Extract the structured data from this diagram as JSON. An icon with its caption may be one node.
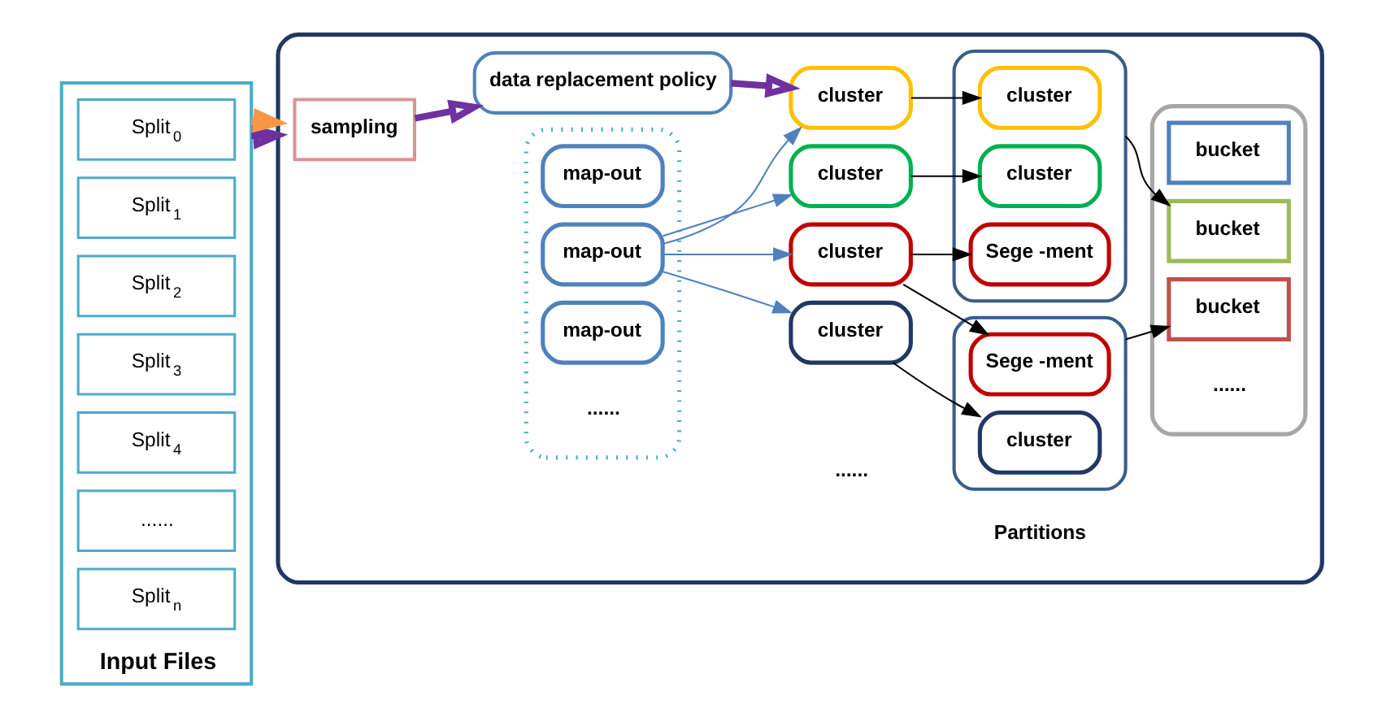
{
  "diagram": {
    "nodes": [
      {
        "text": [
          "Input Files"
        ]
      },
      {
        "text": [
          "Split$_{0}$"
        ],
        "in": 0
      },
      {
        "text": [
          "Split$_{1}$"
        ],
        "in": 0
      },
      {
        "text": [
          "Split$_{2}$"
        ],
        "in": 0
      },
      {
        "text": [
          "Split$_{3}$"
        ],
        "in": 0
      },
      {
        "text": [
          "Split$_{4}$"
        ],
        "in": 0
      },
      {
        "text": [
          "......"
        ],
        "in": 0
      },
      {
        "text": [
          "Split$_{n}$"
        ],
        "in": 0
      },
      {
        "text": [],
        "shape": "box"
      },
      {
        "text": [
          "sampling"
        ],
        "in": 8
      },
      {
        "text": [
          "data replacement policy"
        ],
        "in": 8
      },
      {
        "text": [],
        "shape": "box",
        "in": 8
      },
      {
        "text": [
          "map-out"
        ],
        "in": 11
      },
      {
        "text": [
          "map-out"
        ],
        "in": 11
      },
      {
        "text": [
          "map-out"
        ],
        "in": 11
      },
      {
        "text": [
          "cluster"
        ],
        "in": 8
      },
      {
        "text": [
          "cluster"
        ],
        "in": 8
      },
      {
        "text": [
          "cluster"
        ],
        "in": 8
      },
      {
        "text": [
          "cluster"
        ],
        "in": 8
      },
      {
        "text": [],
        "shape": "box",
        "in": 8
      },
      {
        "text": [
          "cluster"
        ],
        "in": 19
      },
      {
        "text": [
          "cluster"
        ],
        "in": 19
      },
      {
        "text": [
          "Sege -ment"
        ],
        "in": 19
      },
      {
        "text": [],
        "shape": "box",
        "in": 8
      },
      {
        "text": [
          "Sege -ment"
        ],
        "in": 23
      },
      {
        "text": [
          "cluster"
        ],
        "in": 23
      },
      {
        "text": [],
        "shape": "box",
        "in": 8
      },
      {
        "text": [
          "bucket"
        ],
        "in": 26
      },
      {
        "text": [
          "bucket"
        ],
        "in": 26
      },
      {
        "text": [
          "bucket"
        ],
        "in": 26
      }
    ],
    "edges": [
      {
        "from": 0,
        "to": 8,
        "arrow": "to",
        "style": "thick",
        "color": "#7030a0"
      },
      {
        "from": 0,
        "to": 8,
        "arrow": "to",
        "style": "thick",
        "color": "#f79646"
      },
      {
        "from": 9,
        "to": 10,
        "arrow": "to",
        "style": "thick",
        "color": "#7030a0"
      },
      {
        "from": 10,
        "to": 15,
        "arrow": "to",
        "style": "thick",
        "color": "#7030a0"
      },
      {
        "from": 13,
        "to": 15,
        "arrow": "to",
        "color": "#4f81bd"
      },
      {
        "from": 13,
        "to": 16,
        "arrow": "to",
        "color": "#4f81bd"
      },
      {
        "from": 13,
        "to": 17,
        "arrow": "to",
        "color": "#4f81bd"
      },
      {
        "from": 13,
        "to": 18,
        "arrow": "to",
        "color": "#4f81bd"
      },
      {
        "from": 15,
        "to": 20,
        "arrow": "to"
      },
      {
        "from": 16,
        "to": 21,
        "arrow": "to"
      },
      {
        "from": 17,
        "to": 22,
        "arrow": "to"
      },
      {
        "from": 17,
        "to": 24,
        "arrow": "to"
      },
      {
        "from": 18,
        "to": 25,
        "arrow": "to"
      },
      {
        "from": 19,
        "to": 28,
        "arrow": "to"
      },
      {
        "from": 23,
        "to": 29,
        "arrow": "to"
      }
    ],
    "labels": [
      "......",
      "......",
      "Partitions",
      "......"
    ]
  }
}
